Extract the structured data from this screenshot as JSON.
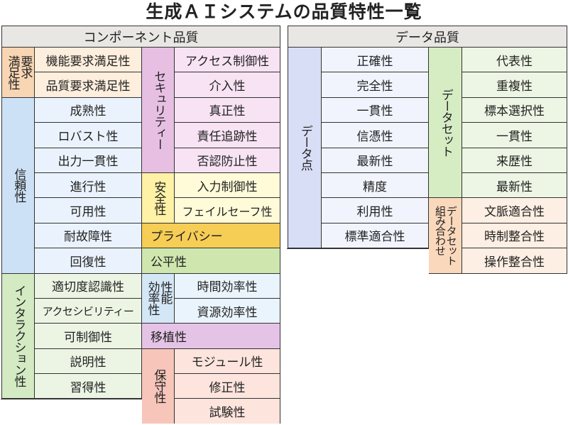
{
  "title": "生成ＡＩシステムの品質特性一覧",
  "component": {
    "header": "コンポーネント品質",
    "requirement": {
      "group": "要求\n満足性",
      "items": [
        "機能要求満足性",
        "品質要求満足性"
      ]
    },
    "reliability": {
      "group": "信頼性",
      "items": [
        "成熟性",
        "ロバスト性",
        "出力一貫性",
        "進行性",
        "可用性",
        "耐故障性",
        "回復性"
      ]
    },
    "interaction": {
      "group": "インタラクション性",
      "items": [
        "適切度認識性",
        "アクセシビリティー",
        "可制御性",
        "説明性",
        "習得性"
      ]
    },
    "security": {
      "group": "セキュリティー",
      "items": [
        "アクセス制御性",
        "介入性",
        "真正性",
        "責任追跡性",
        "否認防止性"
      ]
    },
    "safety": {
      "group": "安全性",
      "items": [
        "入力制御性",
        "フェイルセーフ性"
      ]
    },
    "privacy": "プライバシー",
    "fairness": "公平性",
    "performance": {
      "group": "性能\n効率性",
      "items": [
        "時間効率性",
        "資源効率性"
      ]
    },
    "portability": "移植性",
    "maintainability": {
      "group": "保守性",
      "items": [
        "モジュール性",
        "修正性",
        "試験性"
      ]
    }
  },
  "data": {
    "header": "データ品質",
    "datapoint": {
      "group": "データ点",
      "items": [
        "正確性",
        "完全性",
        "一貫性",
        "信憑性",
        "最新性",
        "精度",
        "利用性",
        "標準適合性"
      ]
    },
    "dataset": {
      "group": "データセット",
      "items": [
        "代表性",
        "重複性",
        "標本選択性",
        "一貫性",
        "来歴性",
        "最新性"
      ]
    },
    "combination": {
      "group": "データセット\n組み合わせ",
      "items": [
        "文脈適合性",
        "時制整合性",
        "操作整合性"
      ]
    }
  }
}
